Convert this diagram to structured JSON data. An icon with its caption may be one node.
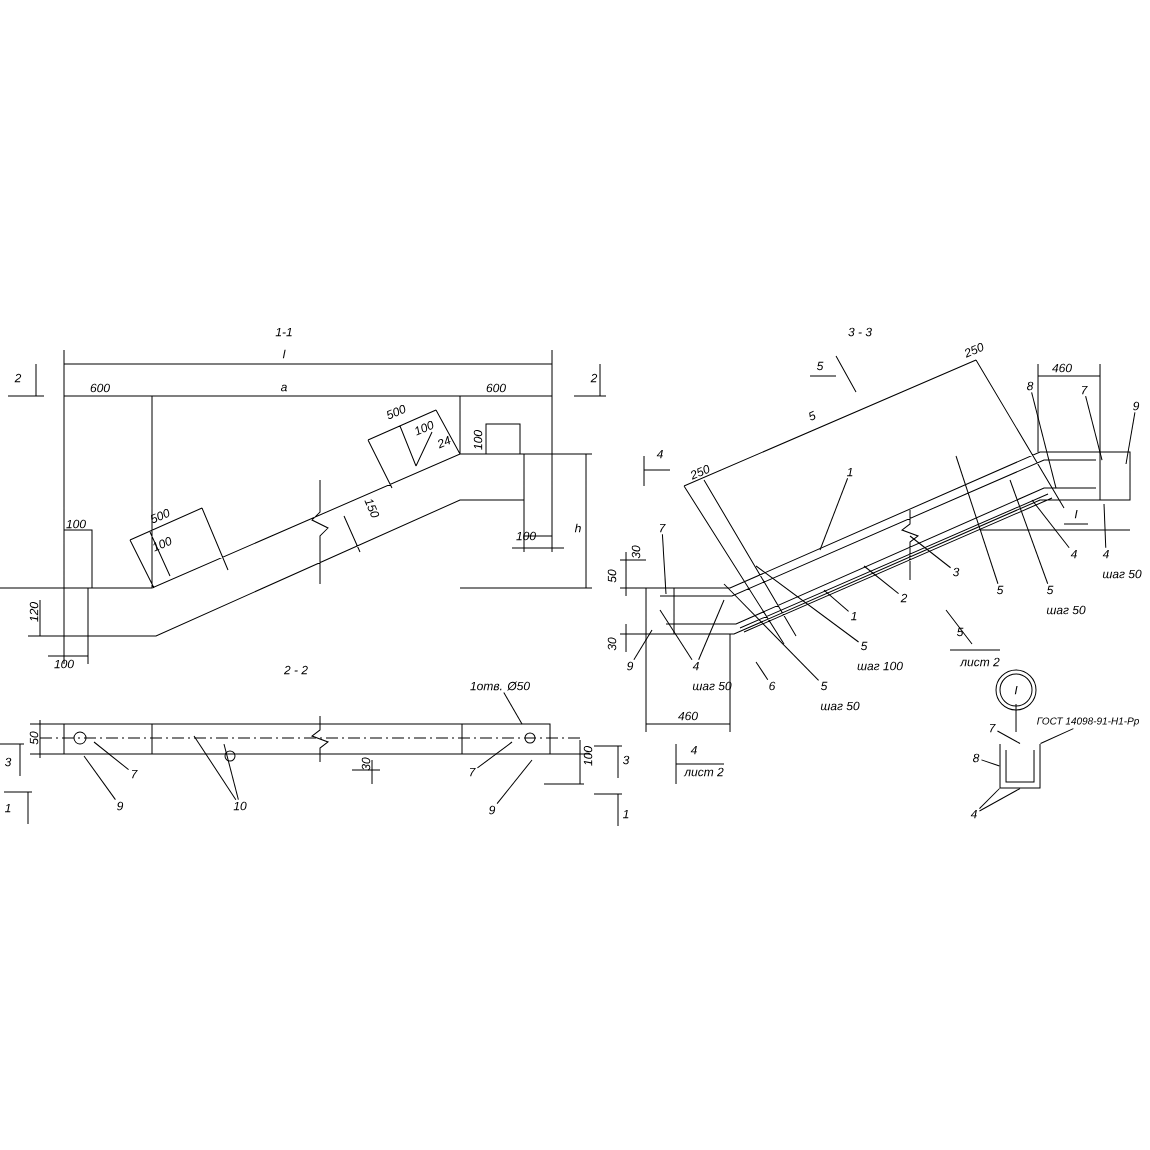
{
  "diagram": {
    "nodes": [
      {
        "text": [
          "1отв. Ø50"
        ]
      },
      {
        "text": [
          "7"
        ]
      },
      {
        "text": [
          "9"
        ]
      },
      {
        "text": [
          "10"
        ]
      },
      {
        "text": [
          "7"
        ]
      },
      {
        "text": [
          "9"
        ]
      },
      {
        "text": [
          "1"
        ]
      },
      {
        "text": [
          "8"
        ]
      },
      {
        "text": [
          "7"
        ]
      },
      {
        "text": [
          "9"
        ]
      },
      {
        "text": [
          "4"
        ]
      },
      {
        "text": [
          "4"
        ],
        "beside": [
          "шаг 50"
        ]
      },
      {
        "text": [
          "3"
        ]
      },
      {
        "text": [
          "5"
        ]
      },
      {
        "text": [
          "5"
        ],
        "beside": [
          "шаг 50"
        ]
      },
      {
        "text": [
          "2"
        ]
      },
      {
        "text": [
          "1"
        ]
      },
      {
        "text": [
          "7"
        ]
      },
      {
        "text": [
          "9"
        ]
      },
      {
        "text": [
          "4"
        ],
        "beside": [
          "шаг 50"
        ]
      },
      {
        "text": [
          "6"
        ]
      },
      {
        "text": [
          "5"
        ],
        "beside": [
          "шаг 50"
        ]
      },
      {
        "text": [
          "5"
        ],
        "beside": [
          "шаг 100"
        ]
      },
      {
        "text": [
          "7"
        ]
      },
      {
        "text": [
          "8"
        ]
      },
      {
        "text": [
          "4"
        ]
      },
      {
        "text": [
          "ГОСТ 14098-91-Н1-Рр"
        ]
      },
      {
        "text": [],
        "shape": "box"
      }
    ],
    "edges": [
      {
        "from": 0,
        "to": null,
        "arrow": "none"
      },
      {
        "from": 1,
        "to": null,
        "arrow": "none"
      },
      {
        "from": 2,
        "to": null,
        "arrow": "none"
      },
      {
        "from": 3,
        "to": null,
        "arrow": "none"
      },
      {
        "from": 3,
        "to": null,
        "arrow": "none"
      },
      {
        "from": 4,
        "to": null,
        "arrow": "none"
      },
      {
        "from": 5,
        "to": null,
        "arrow": "none"
      },
      {
        "from": 6,
        "to": null,
        "arrow": "none"
      },
      {
        "from": 7,
        "to": null,
        "arrow": "none"
      },
      {
        "from": 8,
        "to": null,
        "arrow": "none"
      },
      {
        "from": 9,
        "to": null,
        "arrow": "none"
      },
      {
        "from": 10,
        "to": null,
        "arrow": "none"
      },
      {
        "from": 11,
        "to": null,
        "arrow": "none"
      },
      {
        "from": 12,
        "to": null,
        "arrow": "none"
      },
      {
        "from": 13,
        "to": null,
        "arrow": "none"
      },
      {
        "from": 14,
        "to": null,
        "arrow": "none"
      },
      {
        "from": 15,
        "to": null,
        "arrow": "none"
      },
      {
        "from": 16,
        "to": null,
        "arrow": "none"
      },
      {
        "from": 17,
        "to": null,
        "arrow": "none"
      },
      {
        "from": 18,
        "to": null,
        "arrow": "none"
      },
      {
        "from": 19,
        "to": null,
        "arrow": "none"
      },
      {
        "from": 19,
        "to": null,
        "arrow": "none"
      },
      {
        "from": 20,
        "to": null,
        "arrow": "none"
      },
      {
        "from": 21,
        "to": null,
        "arrow": "none"
      },
      {
        "from": 22,
        "to": null,
        "arrow": "none"
      },
      {
        "from": 23,
        "to": 27,
        "arrow": "none"
      },
      {
        "from": 24,
        "to": 27,
        "arrow": "none"
      },
      {
        "from": 25,
        "to": 27,
        "arrow": "none"
      },
      {
        "from": 25,
        "to": 27,
        "arrow": "none"
      },
      {
        "from": 26,
        "to": 27,
        "arrow": "none"
      }
    ],
    "labels": [
      "1-1",
      "2",
      "2",
      "l",
      "600",
      "a",
      "600",
      "500",
      "100",
      "24",
      "100",
      "100",
      "500",
      "100",
      "150",
      "h",
      "100",
      "120",
      "100",
      "2 - 2",
      "50",
      "30",
      "100",
      "3",
      "1",
      "3 - 3",
      "5",
      "250",
      "5",
      "4",
      "250",
      "460",
      "I",
      "30",
      "50",
      "30",
      "460",
      "5",
      "лист 2",
      "3",
      "4",
      "лист 2",
      "1",
      "I"
    ]
  }
}
